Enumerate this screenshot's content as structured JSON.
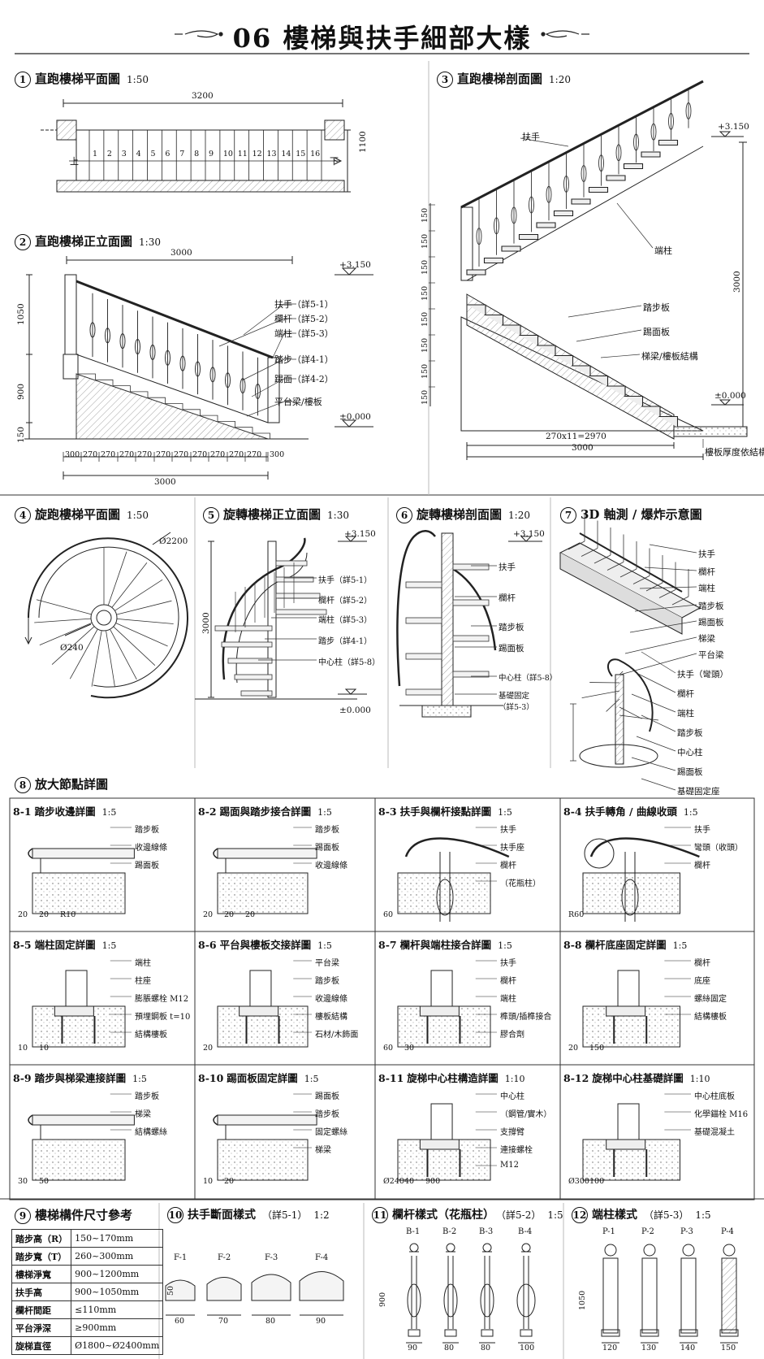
{
  "title": "06 樓梯與扶手細部大樣",
  "s1": {
    "num": "1",
    "title": "直跑樓梯平面圖",
    "scale": "1:50",
    "width": "3200",
    "depth": "1100",
    "steps": [
      "1",
      "2",
      "3",
      "4",
      "5",
      "6",
      "7",
      "8",
      "9",
      "10",
      "11",
      "12",
      "13",
      "14",
      "15",
      "16"
    ],
    "up_left": "上",
    "up_right": "下"
  },
  "s2": {
    "num": "2",
    "title": "直跑樓梯正立面圖",
    "scale": "1:30",
    "top_width": "3000",
    "level_top": "+3.150",
    "level_bottom": "±0.000",
    "heights": [
      "1050",
      "900",
      "150"
    ],
    "bottom_dims": [
      "300",
      "270",
      "270",
      "270",
      "270",
      "270",
      "270",
      "270",
      "270",
      "270",
      "270",
      "300"
    ],
    "total": "3000",
    "callouts": [
      "扶手（詳5-1）",
      "欄杆（詳5-2）",
      "端柱（詳5-3）",
      "踏步（詳4-1）",
      "踢面（詳4-2）",
      "平台梁/樓板"
    ]
  },
  "s3": {
    "num": "3",
    "title": "直跑樓梯剖面圖",
    "scale": "1:20",
    "level_top": "+3.150",
    "level_bottom": "±0.000",
    "height": "3000",
    "risers": [
      "150",
      "150",
      "150",
      "150",
      "150",
      "150",
      "150",
      "150"
    ],
    "run": "270x11=2970",
    "total": "3000",
    "callouts": [
      "扶手",
      "端柱",
      "踏步板",
      "踢面板",
      "梯梁/樓板結構",
      "樓板厚度依結構"
    ]
  },
  "s4": {
    "num": "4",
    "title": "旋跑樓梯平面圖",
    "scale": "1:50",
    "outer": "Ø2200",
    "inner": "Ø240"
  },
  "s5": {
    "num": "5",
    "title": "旋轉樓梯正立面圖",
    "scale": "1:30",
    "level_top": "+3.150",
    "level_bottom": "±0.000",
    "height": "3000",
    "callouts": [
      "扶手（詳5-1）",
      "欄杆（詳5-2）",
      "端柱（詳5-3）",
      "踏步（詳4-1）",
      "中心柱（詳5-8）"
    ]
  },
  "s6": {
    "num": "6",
    "title": "旋轉樓梯剖面圖",
    "scale": "1:20",
    "level_top": "+3.150",
    "callouts": [
      "扶手",
      "欄杆",
      "踏步板",
      "踢面板",
      "中心柱（詳5-8）",
      "基礎固定",
      "（詳5-3）"
    ]
  },
  "s7": {
    "num": "7",
    "title": "3D 軸測 / 爆炸示意圖",
    "callouts_a": [
      "扶手",
      "欄杆",
      "端柱",
      "踏步板",
      "踢面板",
      "梯梁",
      "平台梁"
    ],
    "callouts_b": [
      "扶手（彎頭）",
      "欄杆",
      "端柱",
      "踏步板",
      "中心柱",
      "踢面板",
      "基礎固定座"
    ]
  },
  "s8": {
    "num": "8",
    "title": "放大節點詳圖",
    "details": [
      {
        "code": "8-1",
        "title": "踏步收邊詳圖",
        "scale": "1:5",
        "labels": [
          "踏步板",
          "收邊線條",
          "踢面板"
        ],
        "dims": [
          "20",
          "20",
          "R10"
        ]
      },
      {
        "code": "8-2",
        "title": "踢面與踏步接合詳圖",
        "scale": "1:5",
        "labels": [
          "踏步板",
          "踢面板",
          "收邊線條"
        ],
        "dims": [
          "20",
          "20",
          "20"
        ]
      },
      {
        "code": "8-3",
        "title": "扶手與欄杆接點詳圖",
        "scale": "1:5",
        "labels": [
          "扶手",
          "扶手座",
          "欄杆",
          "（花瓶柱）"
        ],
        "dims": [
          "60"
        ]
      },
      {
        "code": "8-4",
        "title": "扶手轉角 / 曲線收頭",
        "scale": "1:5",
        "labels": [
          "扶手",
          "彎頭（收頭）",
          "欄杆"
        ],
        "dims": [
          "R60"
        ]
      },
      {
        "code": "8-5",
        "title": "端柱固定詳圖",
        "scale": "1:5",
        "labels": [
          "端柱",
          "柱座",
          "膨脹螺栓 M12",
          "預埋鋼板 t=10",
          "結構樓板"
        ],
        "dims": [
          "10",
          "10"
        ]
      },
      {
        "code": "8-6",
        "title": "平台與樓板交接詳圖",
        "scale": "1:5",
        "labels": [
          "平台梁",
          "踏步板",
          "收邊線條",
          "樓板結構",
          "石材/木飾面"
        ],
        "dims": [
          "20"
        ]
      },
      {
        "code": "8-7",
        "title": "欄杆與端柱接合詳圖",
        "scale": "1:5",
        "labels": [
          "扶手",
          "欄杆",
          "端柱",
          "榫頭/插榫接合",
          "膠合劑"
        ],
        "dims": [
          "60",
          "30"
        ]
      },
      {
        "code": "8-8",
        "title": "欄杆底座固定詳圖",
        "scale": "1:5",
        "labels": [
          "欄杆",
          "底座",
          "螺絲固定",
          "結構樓板"
        ],
        "dims": [
          "20",
          "150"
        ]
      },
      {
        "code": "8-9",
        "title": "踏步與梯梁連接詳圖",
        "scale": "1:5",
        "labels": [
          "踏步板",
          "梯梁",
          "結構螺絲"
        ],
        "dims": [
          "30",
          "50"
        ]
      },
      {
        "code": "8-10",
        "title": "踢面板固定詳圖",
        "scale": "1:5",
        "labels": [
          "踢面板",
          "踏步板",
          "固定螺絲",
          "梯梁"
        ],
        "dims": [
          "10",
          "20"
        ]
      },
      {
        "code": "8-11",
        "title": "旋梯中心柱構造詳圖",
        "scale": "1:10",
        "labels": [
          "中心柱",
          "（鋼管/實木）",
          "支撐臂",
          "連接螺栓",
          "M12"
        ],
        "dims": [
          "Ø240",
          "40",
          "900"
        ]
      },
      {
        "code": "8-12",
        "title": "旋梯中心柱基礎詳圖",
        "scale": "1:10",
        "labels": [
          "中心柱底板",
          "化學錨栓 M16",
          "基礎混凝土"
        ],
        "dims": [
          "Ø300",
          "100"
        ]
      }
    ]
  },
  "s9": {
    "num": "9",
    "title": "樓梯構件尺寸參考",
    "rows": [
      [
        "踏步高（R）",
        "150~170mm"
      ],
      [
        "踏步寬（T）",
        "260~300mm"
      ],
      [
        "樓梯淨寬",
        "900~1200mm"
      ],
      [
        "扶手高",
        "900~1050mm"
      ],
      [
        "欄杆間距",
        "≤110mm"
      ],
      [
        "平台淨深",
        "≥900mm"
      ],
      [
        "旋梯直徑",
        "Ø1800~Ø2400mm"
      ]
    ]
  },
  "s10": {
    "num": "10",
    "title": "扶手斷面樣式",
    "ref": "（詳5-1）",
    "scale": "1:2",
    "types": [
      "F-1",
      "F-2",
      "F-3",
      "F-4"
    ],
    "widths": [
      "60",
      "70",
      "80",
      "90"
    ],
    "height": "50"
  },
  "s11": {
    "num": "11",
    "title": "欄杆樣式（花瓶柱）",
    "ref": "（詳5-2）",
    "scale": "1:5",
    "types": [
      "B-1",
      "B-2",
      "B-3",
      "B-4"
    ],
    "widths": [
      "90",
      "80",
      "80",
      "100"
    ],
    "height": "900"
  },
  "s12": {
    "num": "12",
    "title": "端柱樣式",
    "ref": "（詳5-3）",
    "scale": "1:5",
    "types": [
      "P-1",
      "P-2",
      "P-3",
      "P-4"
    ],
    "widths": [
      "120",
      "130",
      "140",
      "150"
    ],
    "height": "1050"
  }
}
